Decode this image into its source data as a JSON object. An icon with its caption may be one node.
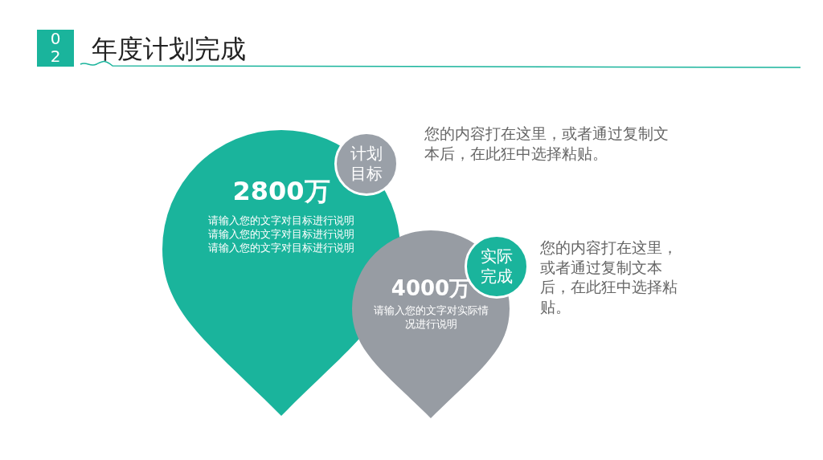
{
  "diagram": {
    "title": "年度计划完成",
    "nodes": [
      {
        "text": [
          "2800万",
          "请输入您的文字对目标进行说明",
          "请输入您的文字对目标进行说明",
          "请输入您的文字对目标进行说明"
        ]
      },
      {
        "text": [
          "计划目标"
        ]
      },
      {
        "text": [
          "4000万",
          "请输入您的文字对实际情况进行说明"
        ]
      },
      {
        "text": [
          "实际完成"
        ]
      }
    ],
    "edges": [],
    "labels": [
      "02",
      "您的内容打在这里，或者通过复制文本后，在此狂中选择粘贴。",
      "您的内容打在这里，或者通过复制文本后，在此狂中选择粘贴。"
    ]
  }
}
